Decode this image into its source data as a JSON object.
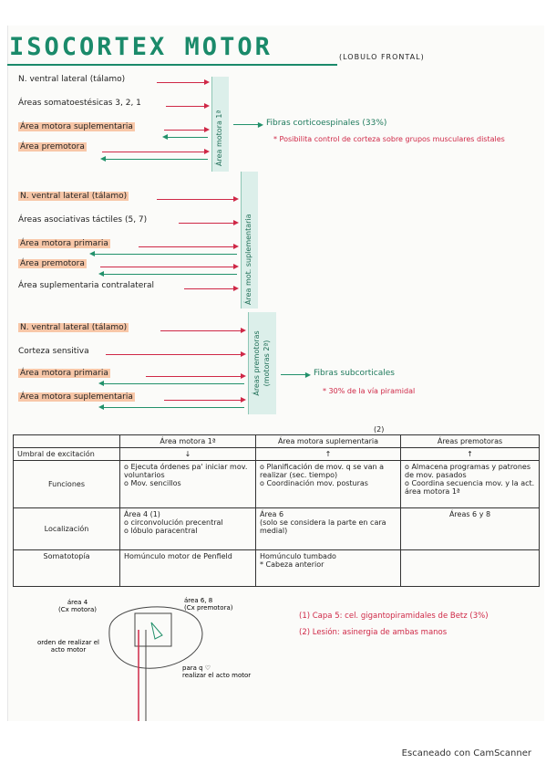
{
  "title": "ISOCORTEX MOTOR",
  "subtitle": "(LOBULO FRONTAL)",
  "section1": {
    "inputs": [
      "N. ventral lateral (tálamo)",
      "Áreas somatoestésicas 3, 2, 1",
      "Área motora suplementaria",
      "Área premotora"
    ],
    "label": "Área motora 1ª",
    "output_title": "Fibras corticoespinales (33%)",
    "output_note": "* Posibilita control de corteza sobre grupos musculares distales"
  },
  "section2": {
    "inputs": [
      "N. ventral lateral (tálamo)",
      "Áreas asociativas táctiles (5, 7)",
      "Área motora primaria",
      "Área premotora",
      "Área suplementaria contralateral"
    ],
    "label": "Área mot. suplementaria"
  },
  "section3": {
    "inputs": [
      "N. ventral lateral (tálamo)",
      "Corteza sensitiva",
      "Área motora primaria",
      "Área motora suplementaria"
    ],
    "label": "Áreas premotoras (motoras 2ª)",
    "output_title": "Fibras subcorticales",
    "output_note": "* 30% de la vía piramidal"
  },
  "table": {
    "headers": [
      "",
      "Área motora 1ª",
      "Área motora suplementaria",
      "Áreas premotoras"
    ],
    "header_sup": "(2)",
    "rows": [
      {
        "label": "Umbral de excitación",
        "cells": [
          "↓",
          "↑",
          "↑"
        ]
      },
      {
        "label": "Funciones",
        "cells": [
          "o Ejecuta órdenes pa' iniciar mov. voluntarios\no Mov. sencillos",
          "o Planificación de mov. q se van a realizar (sec. tiempo)\no Coordinación mov. posturas",
          "o Almacena programas y patrones de mov. pasados\no Coordina secuencia mov. y la act. área motora 1ª"
        ]
      },
      {
        "label": "Localización",
        "cells": [
          "Área 4 (1)\no circonvolución precentral\no lóbulo paracentral",
          "Área 6\n(solo se considera la parte en cara medial)",
          "Áreas 6 y 8"
        ]
      },
      {
        "label": "Somatotopía",
        "cells": [
          "Homúnculo motor de Penfield",
          "Homúnculo tumbado\n* Cabeza anterior",
          ""
        ]
      }
    ]
  },
  "diagram": {
    "labels": [
      "área 4\n(Cx motora)",
      "área 6, 8\n(Cx premotora)",
      "orden de realizar el acto motor",
      "para q ♡\nrealizar el acto motor"
    ]
  },
  "notes": {
    "n1": "(1) Capa 5: cel. gigantopiramidales de Betz (3%)",
    "n2": "(2) Lesión: asinergia de ambas manos"
  },
  "footer": "Escaneado con CamScanner",
  "colors": {
    "green": "#1a8a6a",
    "red": "#cf2847",
    "highlight": "#f8c7a8",
    "yellow": "#dff29a"
  }
}
